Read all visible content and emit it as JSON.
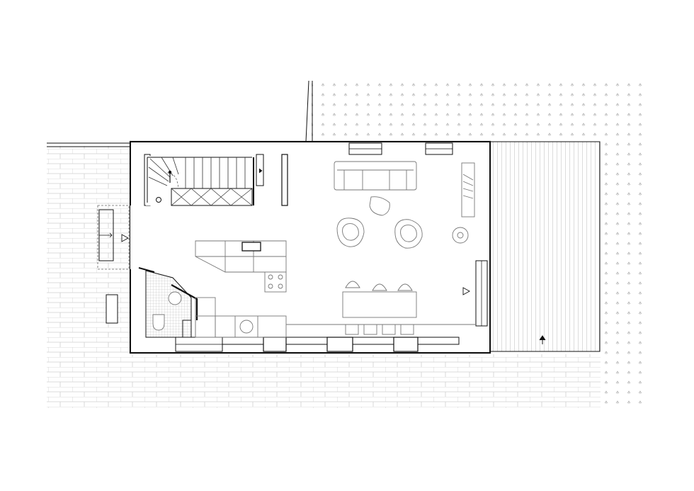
{
  "drawing": {
    "type": "architectural floor plan",
    "colors": {
      "walls": "#111111",
      "furniture": "#777777",
      "paving": "#c9c9c9",
      "grass": "#bdbdbd",
      "background": "#ffffff"
    },
    "symbols": [
      "entry-arrow-triangle",
      "entry-arrow-triangle",
      "up-arrow"
    ]
  }
}
